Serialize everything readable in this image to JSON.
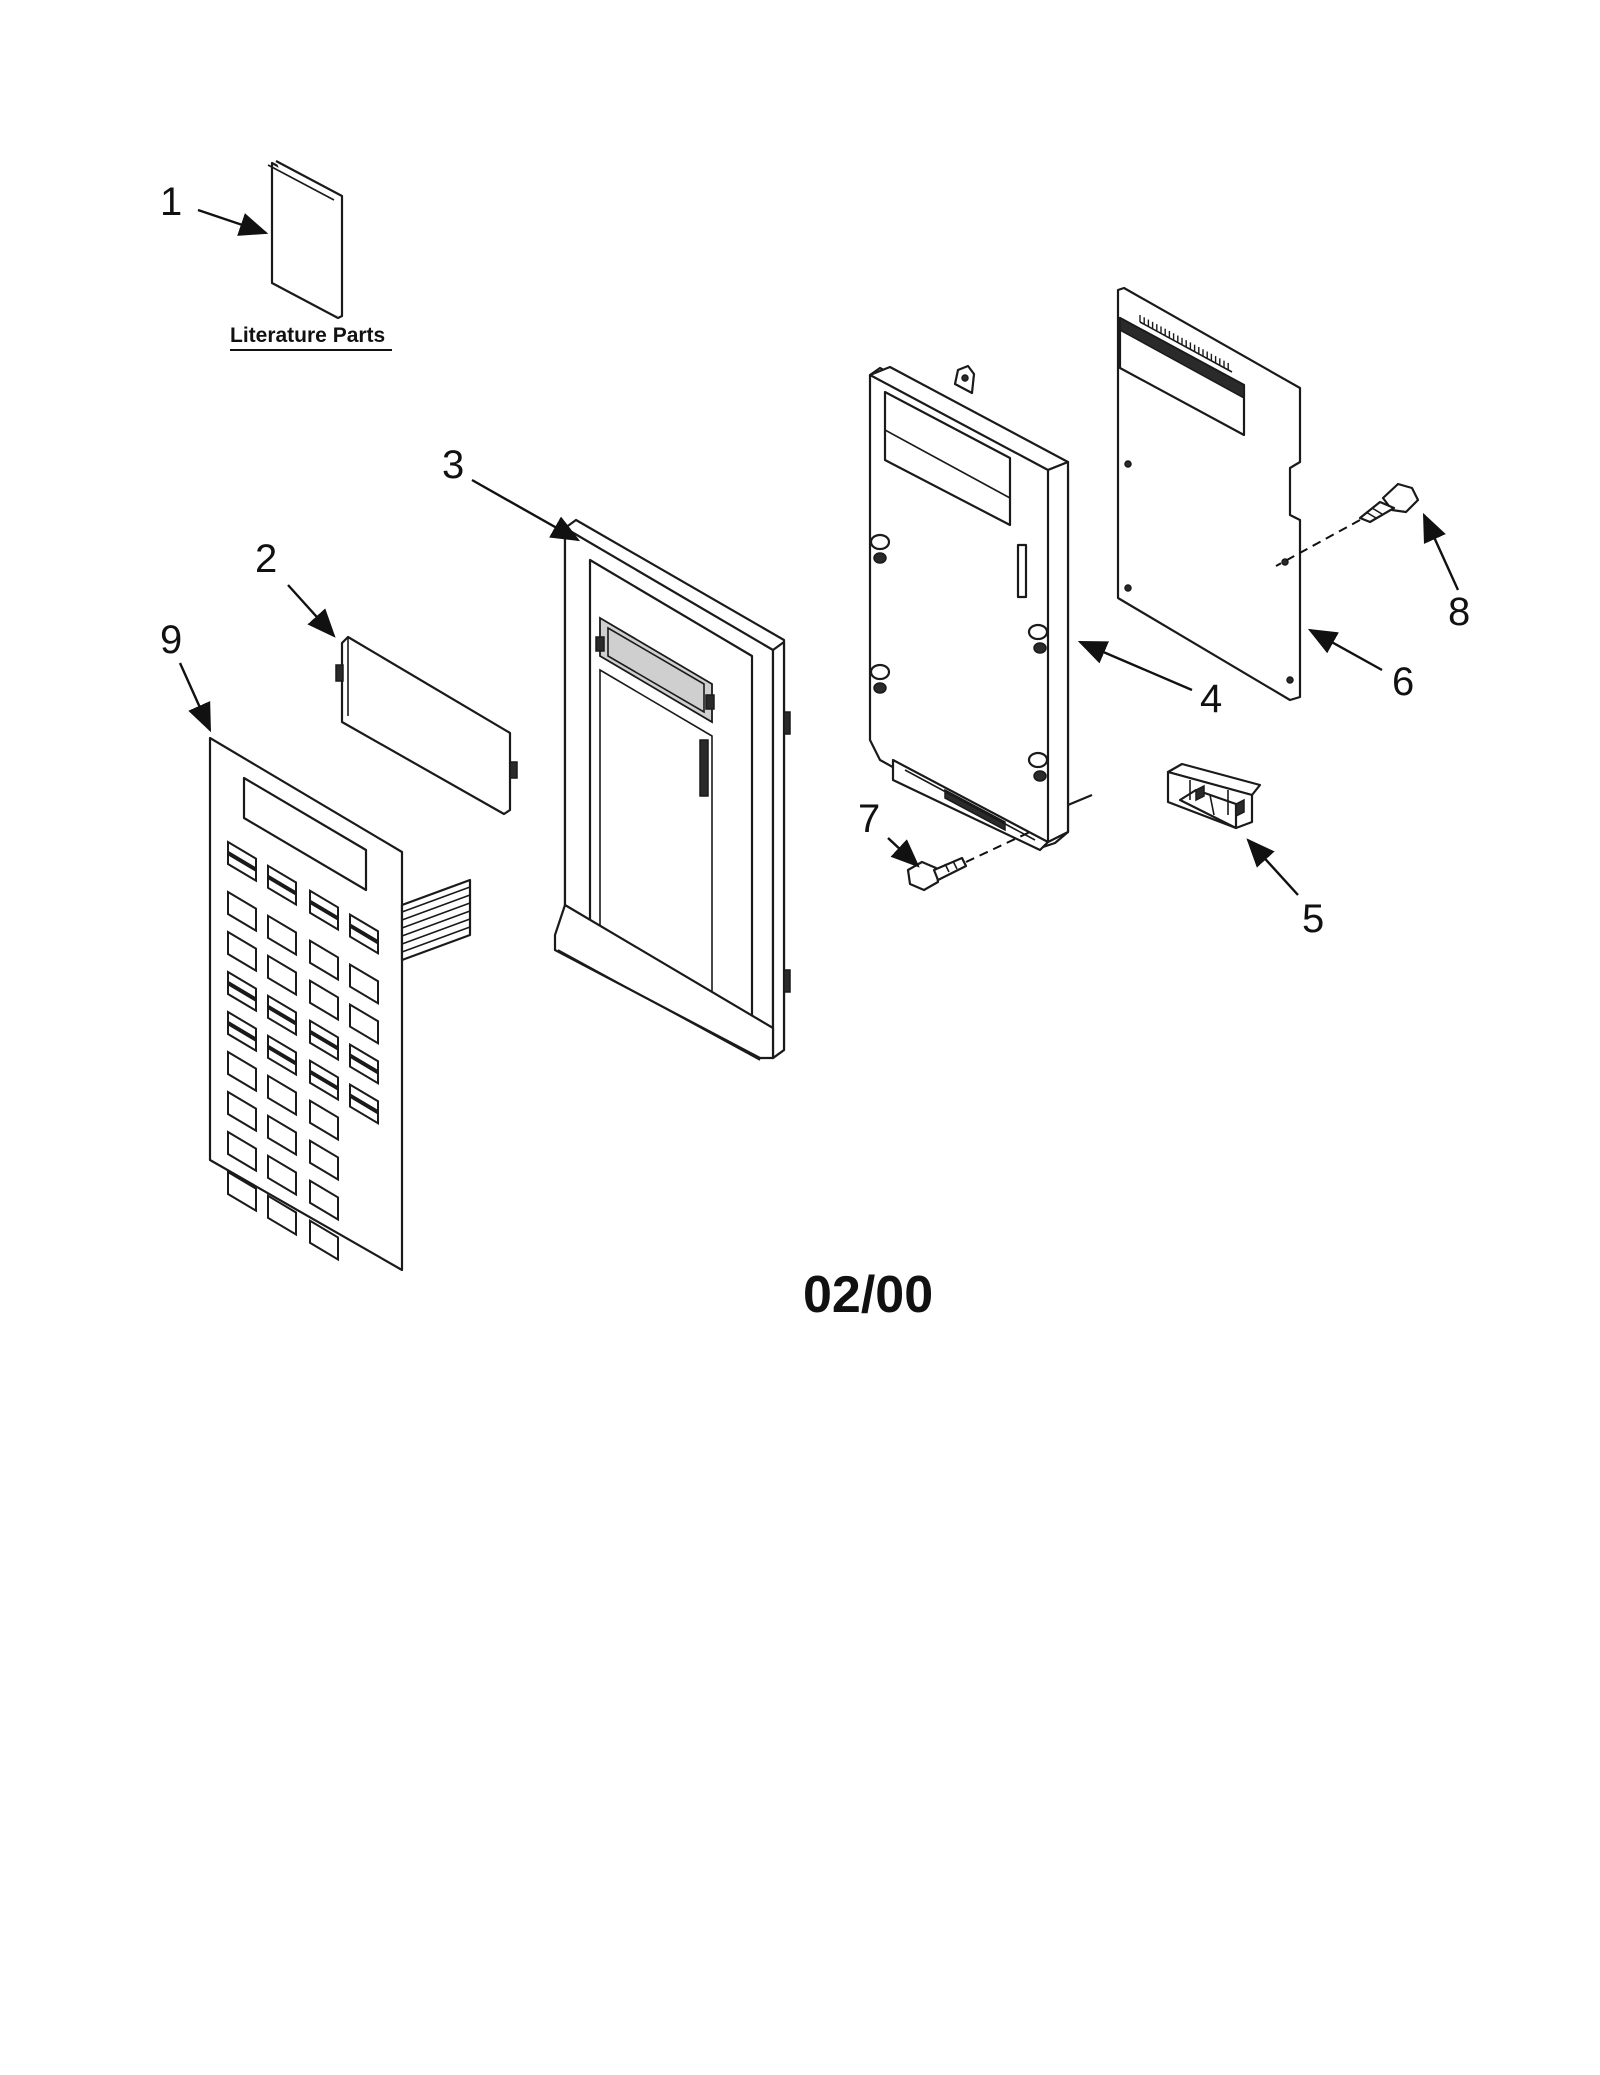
{
  "callouts": {
    "c1": "1",
    "c2": "2",
    "c3": "3",
    "c4": "4",
    "c5": "5",
    "c6": "6",
    "c7": "7",
    "c8": "8",
    "c9": "9"
  },
  "literature_label": "Literature Parts",
  "revision_date": "02/00"
}
